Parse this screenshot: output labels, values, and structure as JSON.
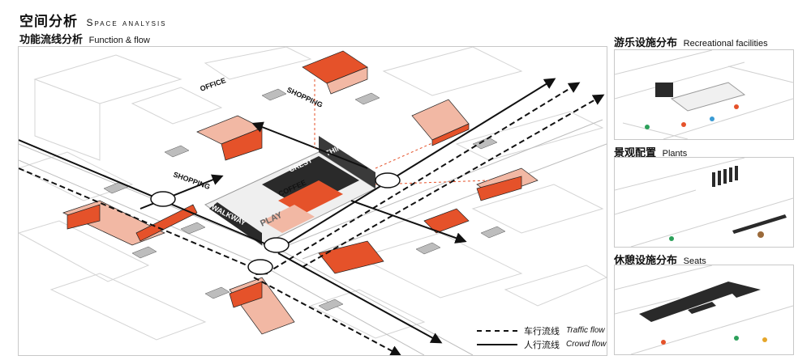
{
  "header": {
    "title_cn": "空间分析",
    "title_en": "Space analysis"
  },
  "main_panel": {
    "title_cn": "功能流线分析",
    "title_en": "Function & flow",
    "labels": {
      "office": "OFFICE",
      "shopping_top": "SHOPPING",
      "shopping_left": "SHOPPING",
      "thinking": "THINKING",
      "crest": "CREST",
      "coffee": "COFFEE",
      "walkway": "WALKWAY",
      "play": "PLAY"
    }
  },
  "side_panels": [
    {
      "title_cn": "游乐设施分布",
      "title_en": "Recreational facilities"
    },
    {
      "title_cn": "景观配置",
      "title_en": "Plants"
    },
    {
      "title_cn": "休憩设施分布",
      "title_en": "Seats"
    }
  ],
  "legend": {
    "traffic_cn": "车行流线",
    "traffic_en": "Traffic flow",
    "crowd_cn": "人行流线",
    "crowd_en": "Crowd flow"
  },
  "colors": {
    "accent": "#e5522a",
    "accent_light": "#f2b8a4",
    "dark": "#2a2a2a",
    "line": "#cfcfcf"
  }
}
